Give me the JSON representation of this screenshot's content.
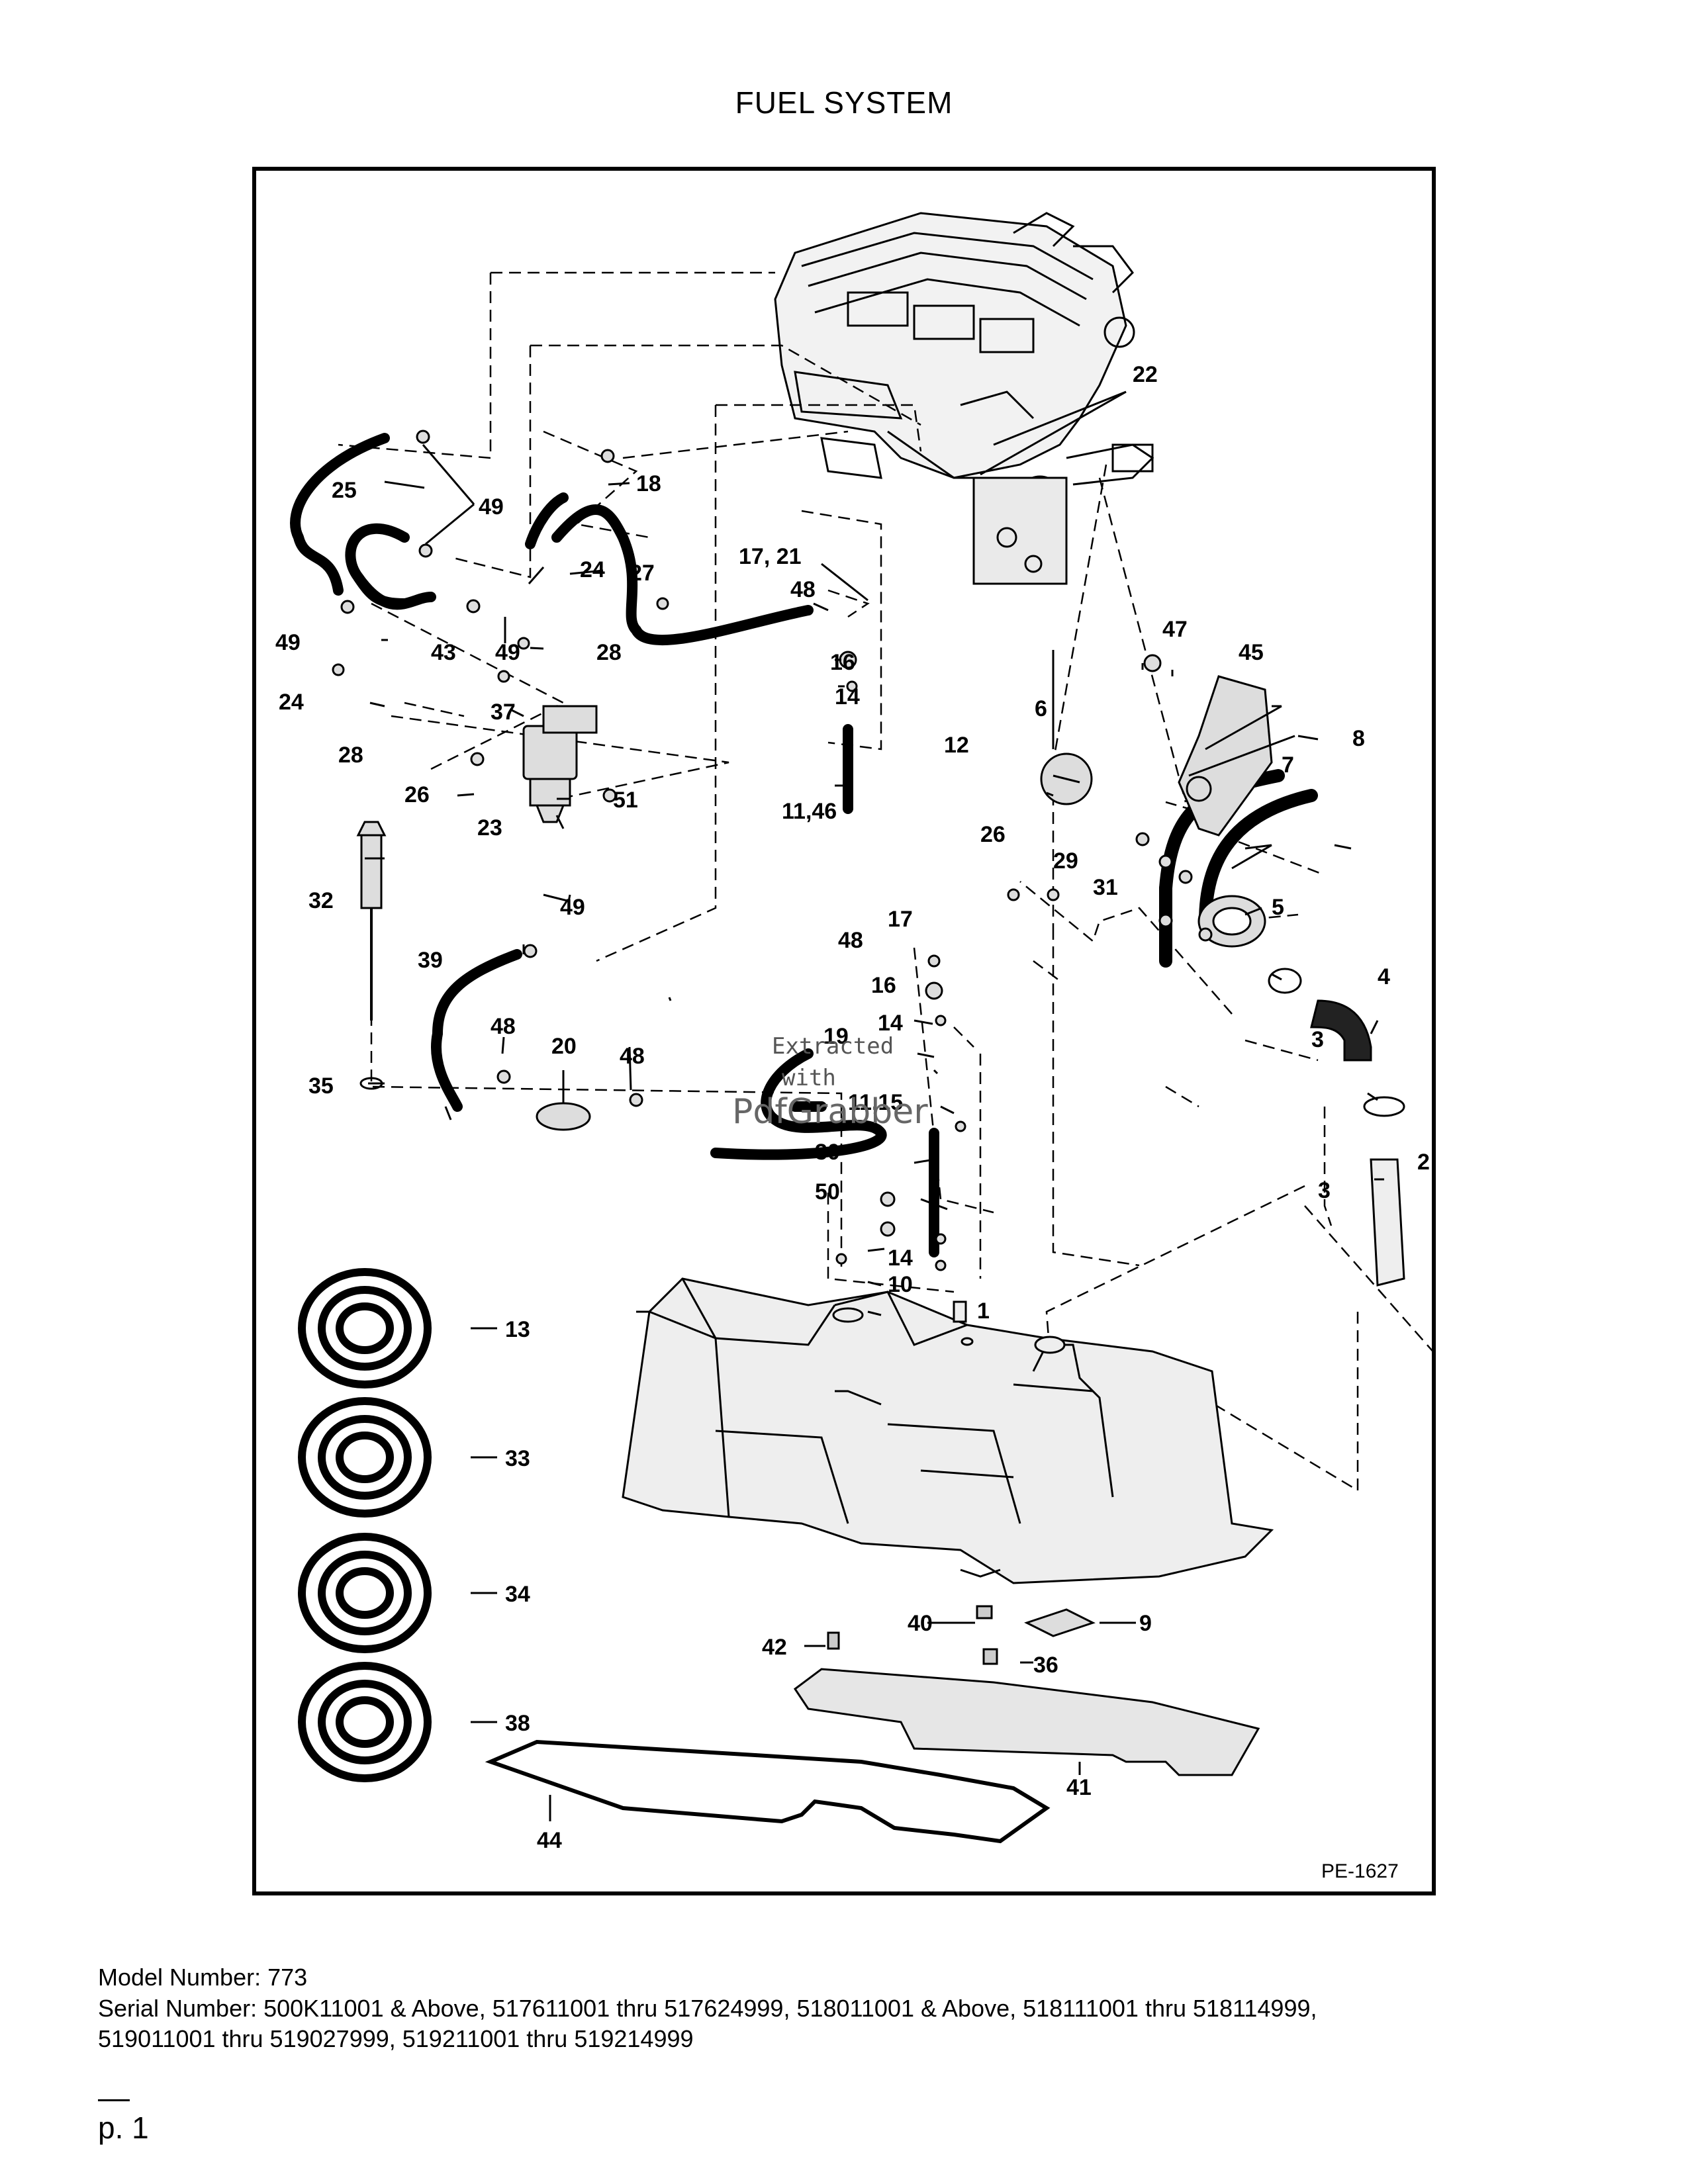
{
  "page_title": "FUEL SYSTEM",
  "diagram": {
    "code": "PE-1627",
    "watermark": [
      "Extracted",
      "with",
      "PdfGrabber"
    ],
    "callouts": [
      "1",
      "2",
      "3",
      "3",
      "4",
      "5",
      "6",
      "7",
      "8",
      "9",
      "10",
      "11,46",
      "11,15",
      "12",
      "13",
      "14",
      "14",
      "14",
      "16",
      "16",
      "17",
      "17, 21",
      "18",
      "19",
      "20",
      "22",
      "23",
      "24",
      "24",
      "25",
      "26",
      "26",
      "27",
      "28",
      "28",
      "29",
      "30",
      "31",
      "32",
      "33",
      "34",
      "35",
      "36",
      "37",
      "38",
      "39",
      "40",
      "41",
      "42",
      "43",
      "44",
      "45",
      "47",
      "48",
      "48",
      "48",
      "48",
      "49",
      "49",
      "49",
      "49",
      "50",
      "51"
    ]
  },
  "footer": {
    "model": "Model Number: 773",
    "serial_line1": "Serial Number: 500K11001 & Above, 517611001 thru 517624999, 518011001 & Above, 518111001 thru 518114999,",
    "serial_line2": "519011001 thru 519027999, 519211001 thru 519214999"
  },
  "page_number": "p. 1"
}
